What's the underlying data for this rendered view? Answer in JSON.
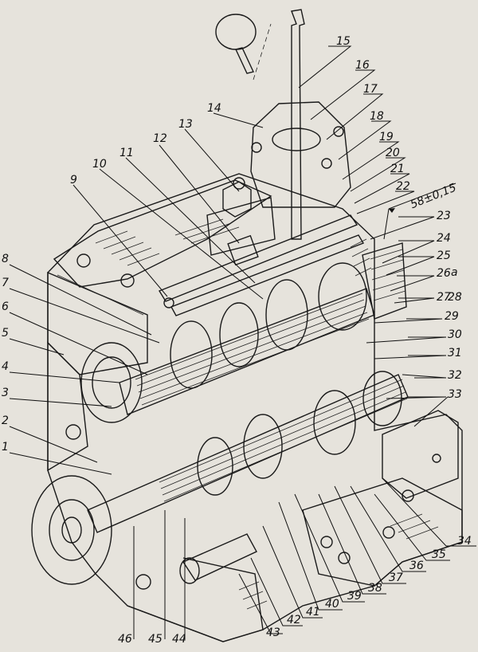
{
  "labels": [
    {
      "id": "l1",
      "text": "1"
    },
    {
      "id": "l2",
      "text": "2"
    },
    {
      "id": "l3",
      "text": "3"
    },
    {
      "id": "l4",
      "text": "4"
    },
    {
      "id": "l5",
      "text": "5"
    },
    {
      "id": "l6",
      "text": "6"
    },
    {
      "id": "l7",
      "text": "7"
    },
    {
      "id": "l8",
      "text": "8"
    },
    {
      "id": "l9",
      "text": "9"
    },
    {
      "id": "l10",
      "text": "10"
    },
    {
      "id": "l11",
      "text": "11"
    },
    {
      "id": "l12",
      "text": "12"
    },
    {
      "id": "l13",
      "text": "13"
    },
    {
      "id": "l14",
      "text": "14"
    },
    {
      "id": "l15",
      "text": "15"
    },
    {
      "id": "l16",
      "text": "16"
    },
    {
      "id": "l17",
      "text": "17"
    },
    {
      "id": "l18",
      "text": "18"
    },
    {
      "id": "l19",
      "text": "19"
    },
    {
      "id": "l20",
      "text": "20"
    },
    {
      "id": "l21",
      "text": "21"
    },
    {
      "id": "l22",
      "text": "22"
    },
    {
      "id": "l23",
      "text": "23"
    },
    {
      "id": "l24",
      "text": "24"
    },
    {
      "id": "l25",
      "text": "25"
    },
    {
      "id": "l26",
      "text": "26"
    },
    {
      "id": "la",
      "text": "a"
    },
    {
      "id": "l27",
      "text": "27"
    },
    {
      "id": "l28",
      "text": "28"
    },
    {
      "id": "l29",
      "text": "29"
    },
    {
      "id": "l30",
      "text": "30"
    },
    {
      "id": "l31",
      "text": "31"
    },
    {
      "id": "l32",
      "text": "32"
    },
    {
      "id": "l33",
      "text": "33"
    },
    {
      "id": "l34",
      "text": "34"
    },
    {
      "id": "l35",
      "text": "35"
    },
    {
      "id": "l36",
      "text": "36"
    },
    {
      "id": "l37",
      "text": "37"
    },
    {
      "id": "l38",
      "text": "38"
    },
    {
      "id": "l39",
      "text": "39"
    },
    {
      "id": "l40",
      "text": "40"
    },
    {
      "id": "l41",
      "text": "41"
    },
    {
      "id": "l42",
      "text": "42"
    },
    {
      "id": "l43",
      "text": "43"
    },
    {
      "id": "l44",
      "text": "44"
    },
    {
      "id": "l45",
      "text": "45"
    },
    {
      "id": "l46",
      "text": "46"
    }
  ],
  "dimension": {
    "text": "58±0,15"
  },
  "colors": {
    "paper": "#e6e3dc",
    "ink": "#1a1a1a"
  }
}
